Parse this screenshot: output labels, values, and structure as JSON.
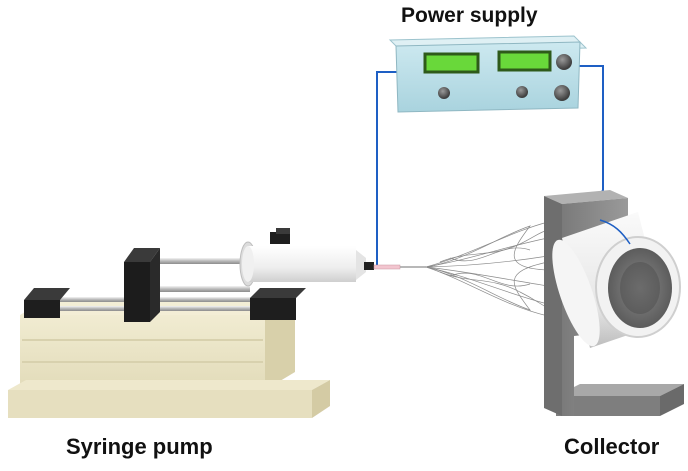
{
  "labels": {
    "power_supply": "Power supply",
    "syringe_pump": "Syringe pump",
    "collector": "Collector"
  },
  "colors": {
    "wire": "#1e5fc4",
    "display": "#69d83a",
    "supply_body": "#b9dde6",
    "pump_base": "#ece6c8",
    "clamp": "#1e1e1e",
    "collector_body": "#8a8a8a",
    "drum": "#eeeeee"
  },
  "icons": [
    "power-supply-unit",
    "syringe-pump",
    "syringe",
    "needle",
    "fiber-jet",
    "rotating-drum-collector"
  ]
}
